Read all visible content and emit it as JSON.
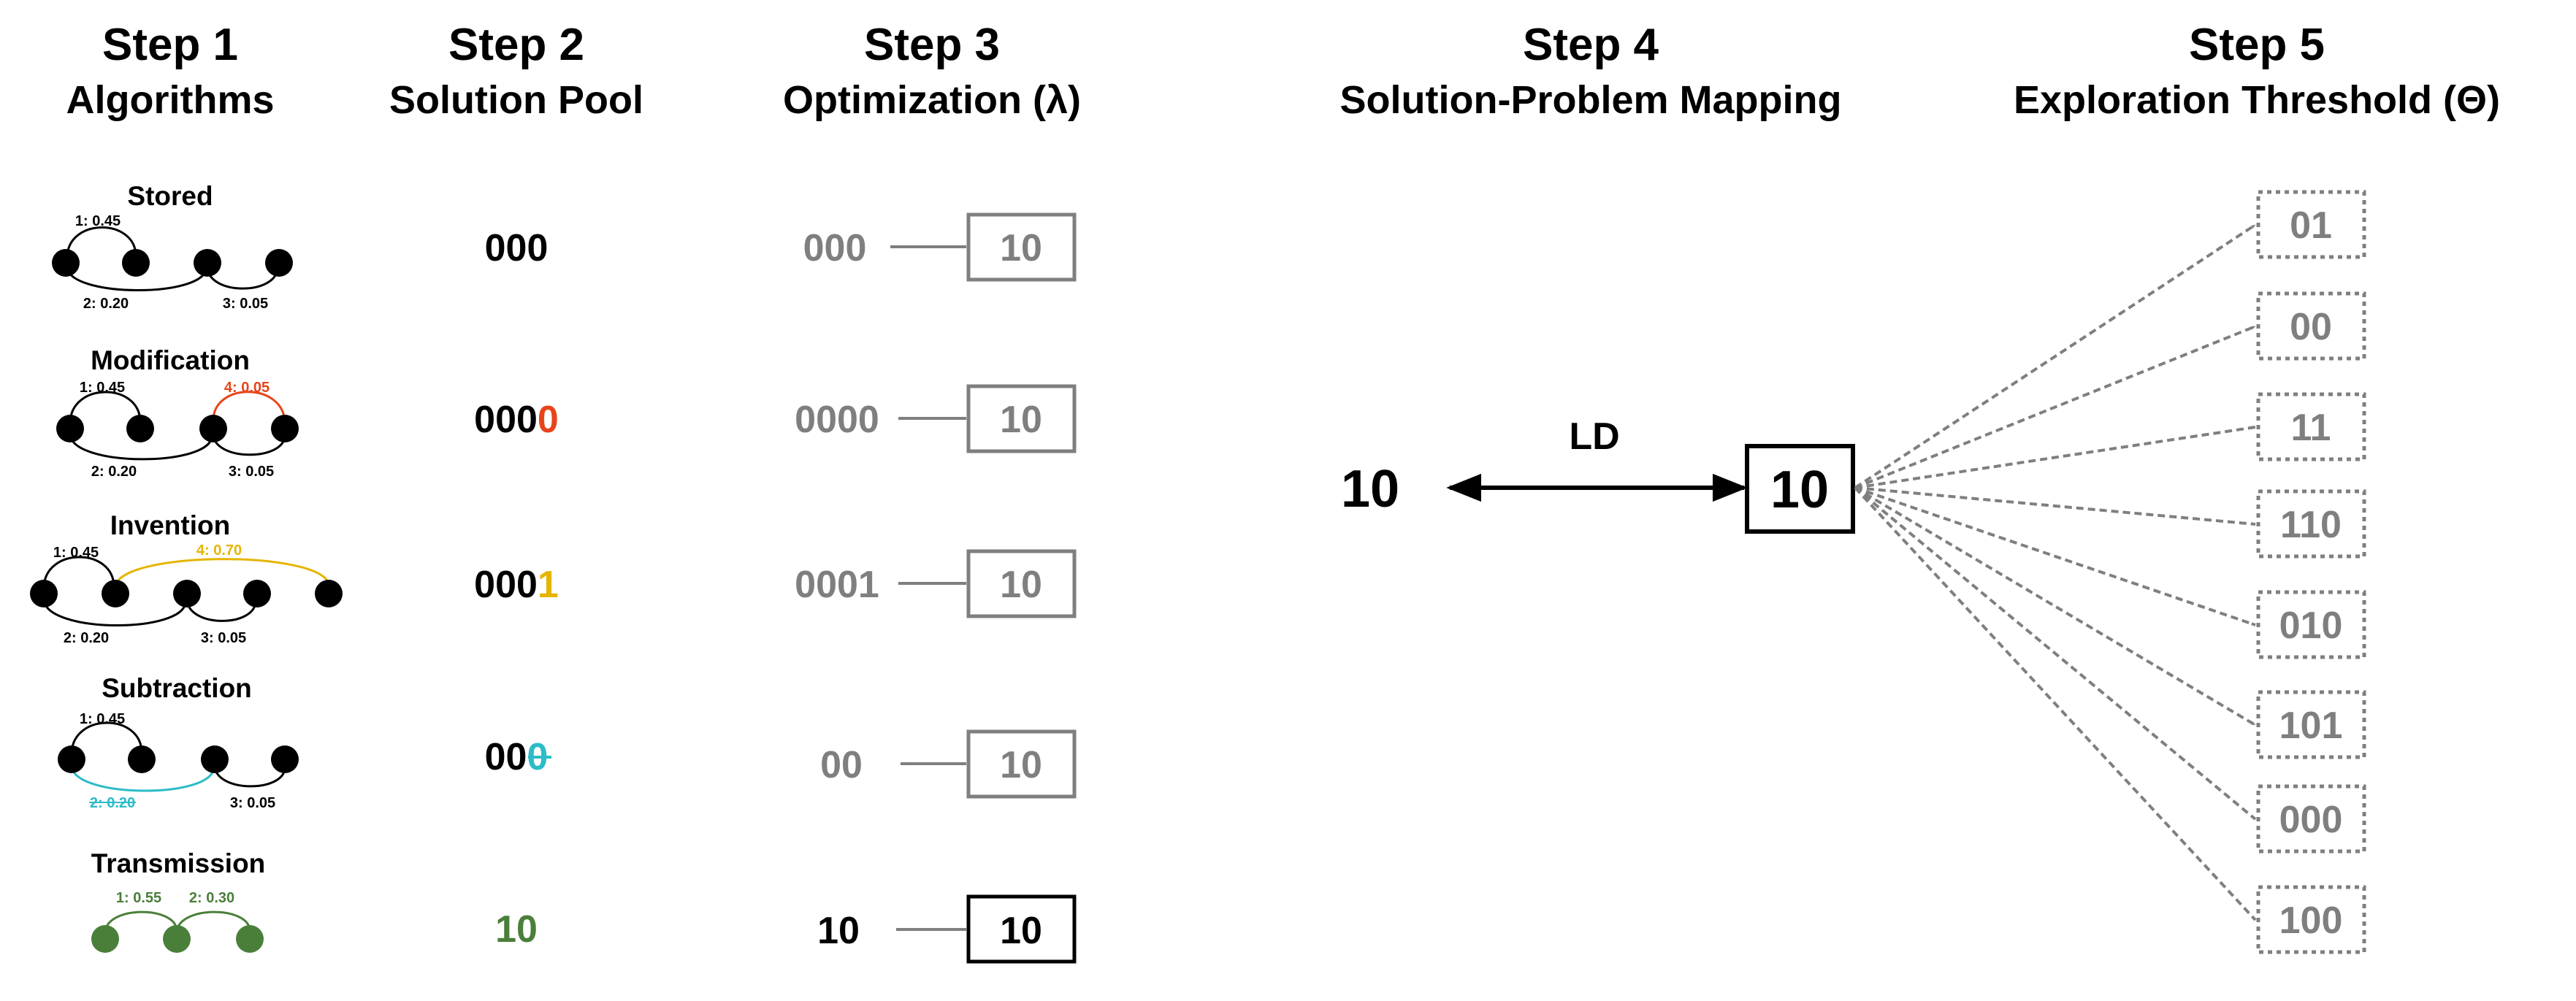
{
  "colors": {
    "black": "#000000",
    "gray": "#7f7f7f",
    "red": "#e8441a",
    "yellow": "#e6b400",
    "cyan": "#2cbcc8",
    "green": "#4a7f3a"
  },
  "steps": [
    {
      "title": "Step 1",
      "subtitle": "Algorithms"
    },
    {
      "title": "Step 2",
      "subtitle": "Solution Pool"
    },
    {
      "title": "Step 3",
      "subtitle": "Optimization (λ)"
    },
    {
      "title": "Step 4",
      "subtitle": "Solution-Problem Mapping"
    },
    {
      "title": "Step 5",
      "subtitle": "Exploration Threshold (Θ)"
    }
  ],
  "algorithms": [
    {
      "name": "Stored",
      "edges": [
        "1: 0.45",
        "2: 0.20",
        "3: 0.05"
      ]
    },
    {
      "name": "Modification",
      "edges": [
        "1: 0.45",
        "2: 0.20",
        "3: 0.05",
        "4: 0.05"
      ]
    },
    {
      "name": "Invention",
      "edges": [
        "1: 0.45",
        "2: 0.20",
        "3: 0.05",
        "4: 0.70"
      ]
    },
    {
      "name": "Subtraction",
      "edges": [
        "1: 0.45",
        "2: 0.20",
        "3: 0.05"
      ]
    },
    {
      "name": "Transmission",
      "edges": [
        "1: 0.55",
        "2: 0.30"
      ]
    }
  ],
  "pool": [
    {
      "base": "000",
      "extra": ""
    },
    {
      "base": "000",
      "extra": "0"
    },
    {
      "base": "000",
      "extra": "1"
    },
    {
      "base": "00",
      "extra": "0"
    },
    {
      "base": "10",
      "extra": ""
    }
  ],
  "optimization": [
    {
      "solution": "000",
      "target": "10"
    },
    {
      "solution": "0000",
      "target": "10"
    },
    {
      "solution": "0001",
      "target": "10"
    },
    {
      "solution": "00",
      "target": "10"
    },
    {
      "solution": "10",
      "target": "10"
    }
  ],
  "mapping": {
    "solution": "10",
    "label": "LD",
    "problem": "10"
  },
  "exploration": [
    "01",
    "00",
    "11",
    "110",
    "010",
    "101",
    "000",
    "100"
  ]
}
